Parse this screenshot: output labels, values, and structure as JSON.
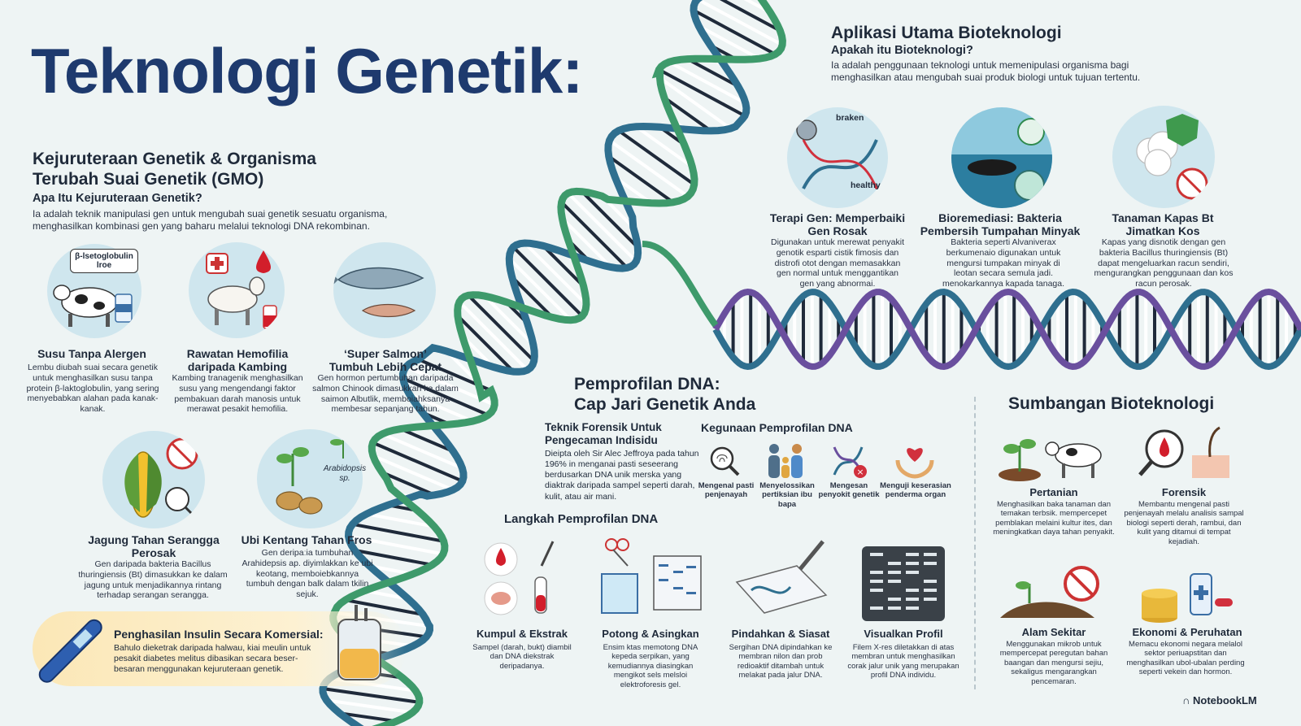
{
  "main_title": "Teknologi Genetik:",
  "gmo": {
    "title_line1": "Kejuruteraan Genetik & Organisma",
    "title_line2": "Terubah Suai Genetik (GMO)",
    "question": "Apa Itu Kejuruteraan Genetik?",
    "desc_line1": "Ia adalah teknik manipulasi gen untuk mengubah suai genetik sesuatu organisma,",
    "desc_line2": "menghasilkan kombinasi gen yang baharu melalui teknologi DNA rekombinan.",
    "cards": [
      {
        "title": "Susu Tanpa Alergen",
        "desc": "Lembu diubah suai secara genetik untuk menghasilkan susu tanpa protein β-laktoglobulin, yang sering menyebabkan alahan pada kanak-kanak.",
        "bubble": "β-lsetoglobulin lroe"
      },
      {
        "title": "Rawatan Hemofilia daripada Kambing",
        "desc": "Kambing tranagenik menghasilkan susu yang mengendangi faktor pembakuan darah manosis untuk merawat pesakit hemofilia."
      },
      {
        "title": "‘Super Salmon’ Tumbuh Lebih Cepat",
        "desc": "Gen hormon pertumbuhan daripada salmon Chinook dimasukkan ke dalam saimon Albutlik, memboiahksanya membesar sepanjang tahun."
      },
      {
        "title": "Jagung Tahan Serangga Perosak",
        "desc": "Gen daripada bakteria Bacillus thuringiensis (Bt) dimasukkan ke dalam jagung untuk menjadikannya rintang terhadap serangan serangga."
      },
      {
        "title": "Ubi Kentang Tahan Fros",
        "desc": "Gen deripaːia tumbuhan Arahidepsis ap. diyimlakkan ke ubi keotang, memboiebkannya tumbuh dengan balk dalam tkilin sejuk.",
        "label": "Arabidopsis sp."
      }
    ],
    "insulin": {
      "title": "Penghasilan Insulin Secara Komersial:",
      "desc": "Bahulo dieketrak daripada halwau, kiai meulin untuk pesakit diabetes melitus dibasikan secara beser-besaran menggunakan kejuruteraan genetik."
    }
  },
  "apps": {
    "title": "Aplikasi Utama Bioteknologi",
    "question": "Apakah itu Bioteknologi?",
    "desc_line1": "Ia adalah penggunaan teknologi untuk memenipulasi organisma bagi",
    "desc_line2": "menghasilkan atau mengubah suai produk biologi untuk tujuan tertentu.",
    "cards": [
      {
        "title": "Terapi Gen: Memperbaiki Gen Rosak",
        "desc": "Digunakan untuk merewat penyakit genotik esparti cistik fimosis dan distrofi otot dengan memasakkan gen normal untuk menggantikan gen yang abnormai.",
        "label_a": "braken",
        "label_b": "healthy"
      },
      {
        "title": "Bioremediasi: Bakteria Pembersih Tumpahan Minyak",
        "desc": "Bakteria seperti Alvaniverax berkumenaio digunakan untuk mengursi tumpakan minyak di leotan secara semula jadi. menokarkannya kapada tanaga."
      },
      {
        "title": "Tanaman Kapas Bt Jimatkan Kos",
        "desc": "Kapas yang disnotik dengan gen bakteria Bacillus thuringiensis (Bt) dapat mengeluarkan racun sendiri, mengurangkan penggunaan dan kos racun perosak."
      }
    ]
  },
  "profiling": {
    "title_line1": "Pemprofilan DNA:",
    "title_line2": "Cap Jari Genetik Anda",
    "forensic_title": "Teknik Forensik Untuk Pengecaman Indisidu",
    "forensic_desc": "Dieipta oleh Sir Alec Jeffroya pada tahun 196% in menganai pasti seseerang berdusarkan DNA unik merska yang diaktrak daripada sampel seperti darah, kulit, atau air mani.",
    "uses_title": "Kegunaan Pemprofilan DNA",
    "uses": [
      {
        "label": "Mengenal pasti penjenayah"
      },
      {
        "label": "Menyelossikan pertiksian ibu bapa"
      },
      {
        "label": "Mengesan penyokit genetik"
      },
      {
        "label": "Menguji keserasian penderma organ"
      }
    ],
    "steps_title": "Langkah Pemprofilan DNA",
    "steps": [
      {
        "title": "Kumpul & Ekstrak",
        "desc": "Sampel (darah, bukt) diambil dan DNA diekstrak deripadanya."
      },
      {
        "title": "Potong & Asingkan",
        "desc": "Ensim ktas memotong DNA kepeda serpikan, yang kemudiannya diasingkan mengikot sels melsloi elektroforesis gel."
      },
      {
        "title": "Pindahkan & Siasat",
        "desc": "Sergihan DNA dipindahkan ke membran nilon dan prob redioaktif ditambah untuk melakat pada jalur DNA."
      },
      {
        "title": "Visualkan Profil",
        "desc": "Filem X-res diletakkan di atas membran untuk menghasilkan corak jalur unik yang merupakan profil DNA individu."
      }
    ]
  },
  "contrib": {
    "title": "Sumbangan Bioteknologi",
    "items": [
      {
        "title": "Pertanian",
        "desc": "Menghasilkan baka tanaman dan temakan terbsik. mempercepet pemblakan melaini kultur ites, dan meningkatkan daya tahan penyakit."
      },
      {
        "title": "Forensik",
        "desc": "Membantu mengenal pasti penjenayah melalu analisis sampal biologi seperti derah, rambui, dan kulit yang ditamui di tempat kejadiah."
      },
      {
        "title": "Alam Sekitar",
        "desc": "Menggunakan mikrob untuk mempercepat peregutan bahan baangan dan mengursi sejiu, sekaligus mengarangkan pencemaran."
      },
      {
        "title": "Ekonomi & Peruhatan",
        "desc": "Memacu ekonomi negara melalol sektor periuapstitan dan menghasilkan ubol-ubalan perding seperti vekein dan hormon."
      }
    ]
  },
  "brand": "NotebookLM",
  "colors": {
    "title_blue": "#1e3a6e",
    "helix_blue": "#2f6f8f",
    "helix_green": "#3e9a6b",
    "helix_purple": "#6a4f9e",
    "background": "#eef4f4"
  }
}
